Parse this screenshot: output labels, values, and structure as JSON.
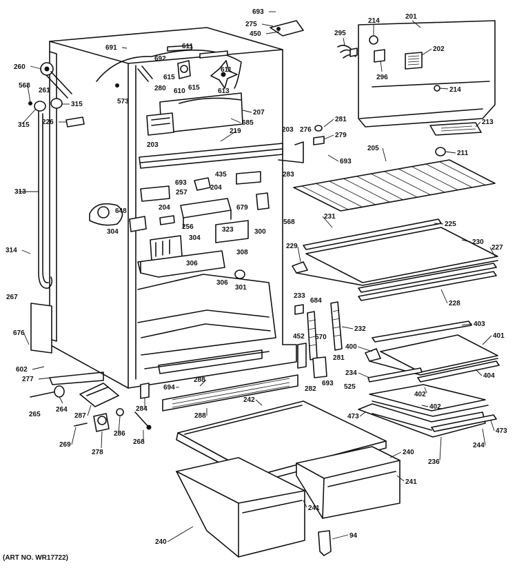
{
  "art_number": "(ART NO. WR17722)",
  "callouts": [
    {
      "id": "c693a",
      "text": "693"
    },
    {
      "id": "c275",
      "text": "275"
    },
    {
      "id": "c450",
      "text": "450"
    },
    {
      "id": "c214a",
      "text": "214"
    },
    {
      "id": "c201",
      "text": "201"
    },
    {
      "id": "c295",
      "text": "295"
    },
    {
      "id": "c202",
      "text": "202"
    },
    {
      "id": "c296",
      "text": "296"
    },
    {
      "id": "c214b",
      "text": "214"
    },
    {
      "id": "c691",
      "text": "691"
    },
    {
      "id": "c692",
      "text": "692"
    },
    {
      "id": "c611a",
      "text": "611"
    },
    {
      "id": "c611b",
      "text": "611"
    },
    {
      "id": "c615a",
      "text": "615"
    },
    {
      "id": "c615b",
      "text": "615"
    },
    {
      "id": "c610",
      "text": "610"
    },
    {
      "id": "c613",
      "text": "613"
    },
    {
      "id": "c280",
      "text": "280"
    },
    {
      "id": "c573",
      "text": "573"
    },
    {
      "id": "c260",
      "text": "260"
    },
    {
      "id": "c261",
      "text": "261"
    },
    {
      "id": "c568a",
      "text": "568"
    },
    {
      "id": "c315a",
      "text": "315"
    },
    {
      "id": "c315b",
      "text": "315"
    },
    {
      "id": "c226",
      "text": "226"
    },
    {
      "id": "c207",
      "text": "207"
    },
    {
      "id": "c685",
      "text": "685"
    },
    {
      "id": "c219",
      "text": "219"
    },
    {
      "id": "c281a",
      "text": "281"
    },
    {
      "id": "c276",
      "text": "276"
    },
    {
      "id": "c279",
      "text": "279"
    },
    {
      "id": "c213",
      "text": "213"
    },
    {
      "id": "c211",
      "text": "211"
    },
    {
      "id": "c203a",
      "text": "203"
    },
    {
      "id": "c203b",
      "text": "203"
    },
    {
      "id": "c283",
      "text": "283"
    },
    {
      "id": "c693b",
      "text": "693"
    },
    {
      "id": "c205",
      "text": "205"
    },
    {
      "id": "c435",
      "text": "435"
    },
    {
      "id": "c693c",
      "text": "693"
    },
    {
      "id": "c204a",
      "text": "204"
    },
    {
      "id": "c204b",
      "text": "204"
    },
    {
      "id": "c257",
      "text": "257"
    },
    {
      "id": "c679",
      "text": "679"
    },
    {
      "id": "c648",
      "text": "648"
    },
    {
      "id": "c256",
      "text": "256"
    },
    {
      "id": "c323",
      "text": "323"
    },
    {
      "id": "c300",
      "text": "300"
    },
    {
      "id": "c568b",
      "text": "568"
    },
    {
      "id": "c231",
      "text": "231"
    },
    {
      "id": "c225",
      "text": "225"
    },
    {
      "id": "c313",
      "text": "313"
    },
    {
      "id": "c304a",
      "text": "304"
    },
    {
      "id": "c304b",
      "text": "304"
    },
    {
      "id": "c308",
      "text": "308"
    },
    {
      "id": "c229",
      "text": "229"
    },
    {
      "id": "c230",
      "text": "230"
    },
    {
      "id": "c227",
      "text": "227"
    },
    {
      "id": "c314",
      "text": "314"
    },
    {
      "id": "c306a",
      "text": "306"
    },
    {
      "id": "c306b",
      "text": "306"
    },
    {
      "id": "c301",
      "text": "301"
    },
    {
      "id": "c228",
      "text": "228"
    },
    {
      "id": "c267",
      "text": "267"
    },
    {
      "id": "c233",
      "text": "233"
    },
    {
      "id": "c684",
      "text": "684"
    },
    {
      "id": "c232",
      "text": "232"
    },
    {
      "id": "c403",
      "text": "403"
    },
    {
      "id": "c676",
      "text": "676"
    },
    {
      "id": "c570",
      "text": "570"
    },
    {
      "id": "c452",
      "text": "452"
    },
    {
      "id": "c401",
      "text": "401"
    },
    {
      "id": "c400",
      "text": "400"
    },
    {
      "id": "c281b",
      "text": "281"
    },
    {
      "id": "c602",
      "text": "602"
    },
    {
      "id": "c404",
      "text": "404"
    },
    {
      "id": "c234",
      "text": "234"
    },
    {
      "id": "c277",
      "text": "277"
    },
    {
      "id": "c288a",
      "text": "288"
    },
    {
      "id": "c694",
      "text": "694"
    },
    {
      "id": "c282",
      "text": "282"
    },
    {
      "id": "c693d",
      "text": "693"
    },
    {
      "id": "c525",
      "text": "525"
    },
    {
      "id": "c402a",
      "text": "402"
    },
    {
      "id": "c402b",
      "text": "402"
    },
    {
      "id": "c265",
      "text": "265"
    },
    {
      "id": "c264",
      "text": "264"
    },
    {
      "id": "c287",
      "text": "287"
    },
    {
      "id": "c284",
      "text": "284"
    },
    {
      "id": "c288b",
      "text": "288"
    },
    {
      "id": "c242",
      "text": "242"
    },
    {
      "id": "c473a",
      "text": "473"
    },
    {
      "id": "c473b",
      "text": "473"
    },
    {
      "id": "c244",
      "text": "244"
    },
    {
      "id": "c269",
      "text": "269"
    },
    {
      "id": "c286",
      "text": "286"
    },
    {
      "id": "c268",
      "text": "268"
    },
    {
      "id": "c278",
      "text": "278"
    },
    {
      "id": "c236",
      "text": "236"
    },
    {
      "id": "c240a",
      "text": "240"
    },
    {
      "id": "c241a",
      "text": "241"
    },
    {
      "id": "c241b",
      "text": "241"
    },
    {
      "id": "c240b",
      "text": "240"
    },
    {
      "id": "c94",
      "text": "94"
    }
  ]
}
